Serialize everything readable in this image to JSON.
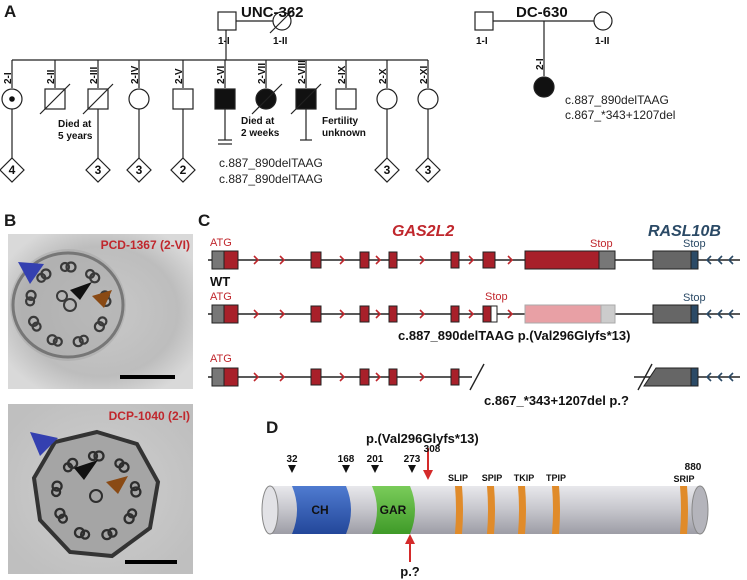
{
  "panel_a": {
    "letter": "A",
    "family1": {
      "name": "UNC-362",
      "parents": [
        "1-I",
        "1-II"
      ],
      "children": [
        "2-I",
        "2-II",
        "2-III",
        "2-IV",
        "2-V",
        "2-VI",
        "2-VII",
        "2-VIII",
        "2-IX",
        "2-X",
        "2-XI"
      ],
      "notes": {
        "died_5y_line1": "Died at",
        "died_5y_line2": "5 years",
        "died_2w_line1": "Died at",
        "died_2w_line2": "2 weeks",
        "fertility_line1": "Fertility",
        "fertility_line2": "unknown"
      },
      "offspring_counts": [
        "4",
        "3",
        "3",
        "2",
        "3",
        "3"
      ],
      "genotype_line1": "c.887_890delTAAG",
      "genotype_line2": "c.887_890delTAAG"
    },
    "family2": {
      "name": "DC-630",
      "parents": [
        "1-I",
        "1-II"
      ],
      "child": "2-I",
      "genotype_line1": "c.887_890delTAAG",
      "genotype_line2": "c.867_*343+1207del"
    }
  },
  "panel_b": {
    "letter": "B",
    "top_label": "PCD-1367 (2-VI)",
    "bottom_label": "DCP-1040 (2-I)"
  },
  "panel_c": {
    "letter": "C",
    "gene1": "GAS2L2",
    "gene2": "RASL10B",
    "atg": "ATG",
    "stop": "Stop",
    "wt": "WT",
    "variant1": "c.887_890delTAAG p.(Val296Glyfs*13)",
    "variant2": "c.867_*343+1207del p.?"
  },
  "panel_d": {
    "letter": "D",
    "title": "p.(Val296Glyfs*13)",
    "positions": [
      "32",
      "168",
      "201",
      "273",
      "308",
      "880"
    ],
    "domains": [
      "CH",
      "GAR"
    ],
    "motifs": [
      "SLIP",
      "SPIP",
      "TKIP",
      "TPIP",
      "SRIP"
    ],
    "bottom_label": "p.?"
  },
  "colors": {
    "red": "#c0272d",
    "navy": "#2b4a66",
    "ch_blue": "#2c58b0",
    "gar_green": "#56b338",
    "motif_orange": "#e08b2a",
    "arrow_red": "#d42a2a"
  }
}
